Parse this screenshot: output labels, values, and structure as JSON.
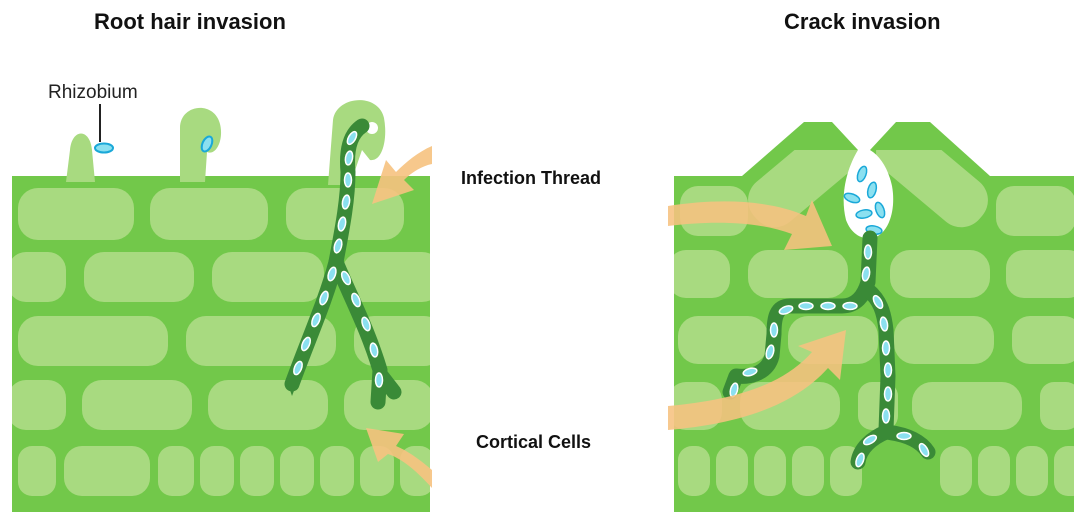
{
  "titles": {
    "left": "Root hair invasion",
    "right": "Crack invasion"
  },
  "labels": {
    "rhizobium": "Rhizobium",
    "infection_thread": "Infection Thread",
    "cortical_cells": "Cortical Cells"
  },
  "colors": {
    "tissue": "#72c84a",
    "cell": "#a8da80",
    "thread": "#3a8a37",
    "bacterium": "#8be0f0",
    "bacterium_outline": "#1aa8d8",
    "arrow": "#f6c280"
  }
}
